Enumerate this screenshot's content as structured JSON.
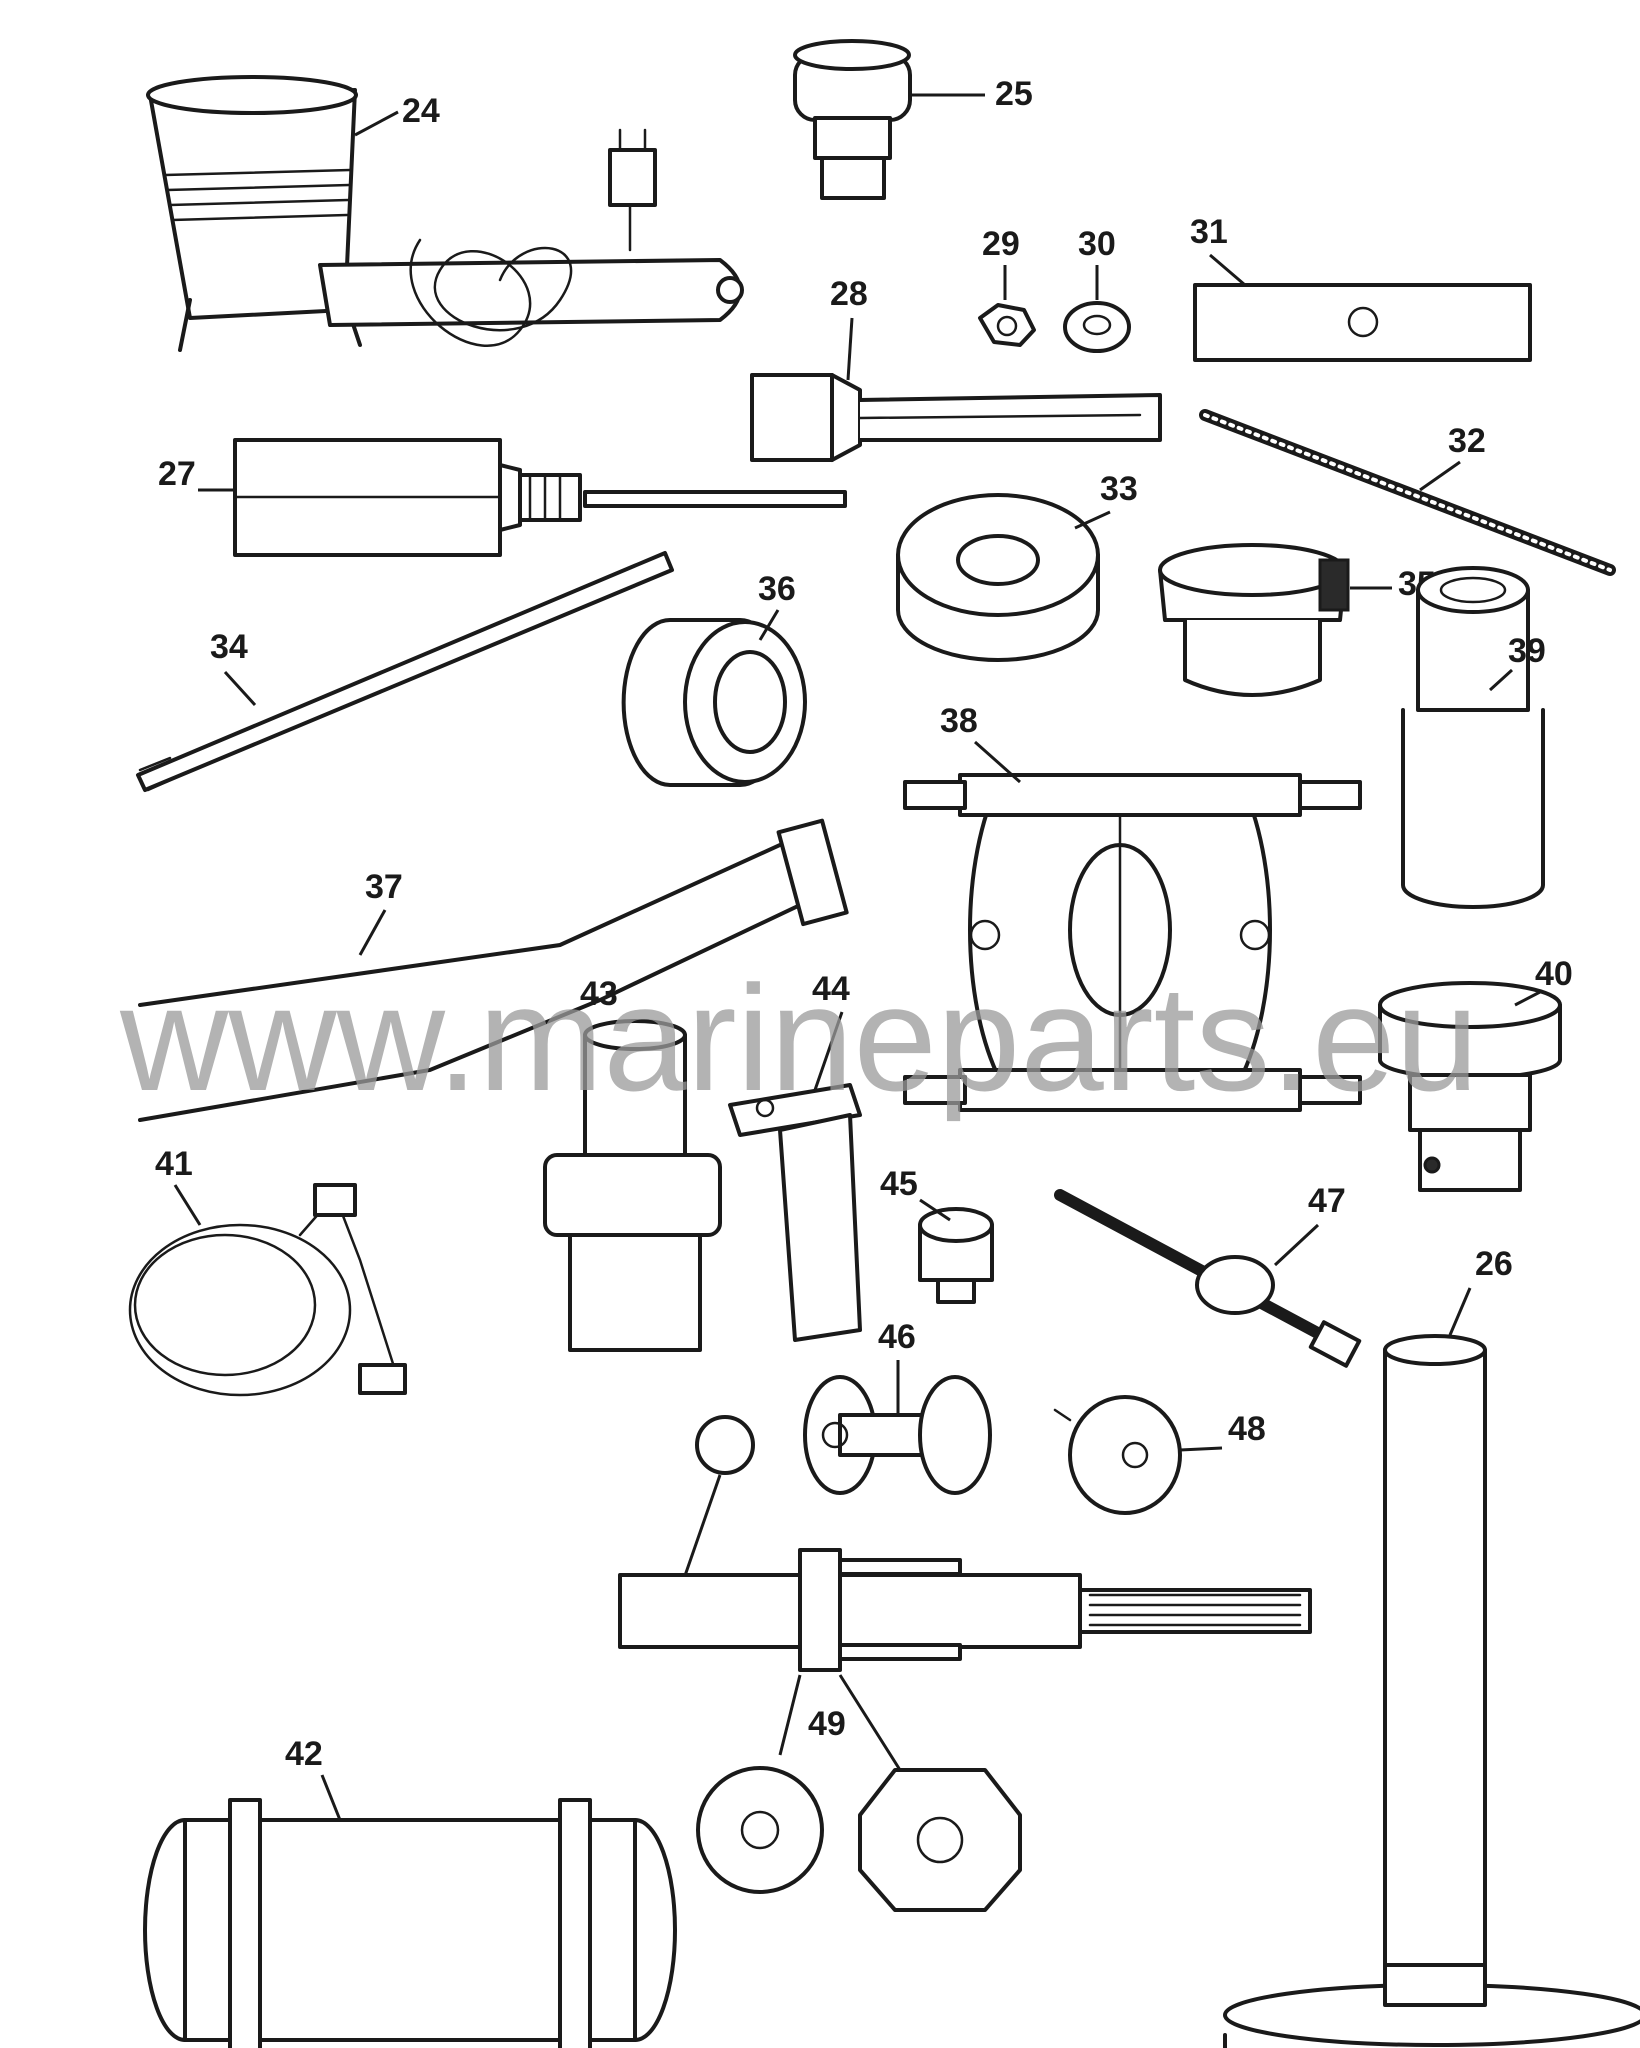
{
  "watermark": "www.marineparts.eu",
  "callouts": {
    "p24": "24",
    "p25": "25",
    "p26": "26",
    "p27": "27",
    "p28": "28",
    "p29": "29",
    "p30": "30",
    "p31": "31",
    "p32": "32",
    "p33": "33",
    "p34": "34",
    "p35": "35",
    "p36": "36",
    "p37": "37",
    "p38": "38",
    "p39": "39",
    "p40": "40",
    "p41": "41",
    "p42": "42",
    "p43": "43",
    "p44": "44",
    "p45": "45",
    "p46": "46",
    "p47": "47",
    "p48": "48",
    "p49": "49"
  },
  "colors": {
    "line": "#1a1a1a",
    "watermark": "#9a9a9a",
    "background": "#ffffff"
  }
}
